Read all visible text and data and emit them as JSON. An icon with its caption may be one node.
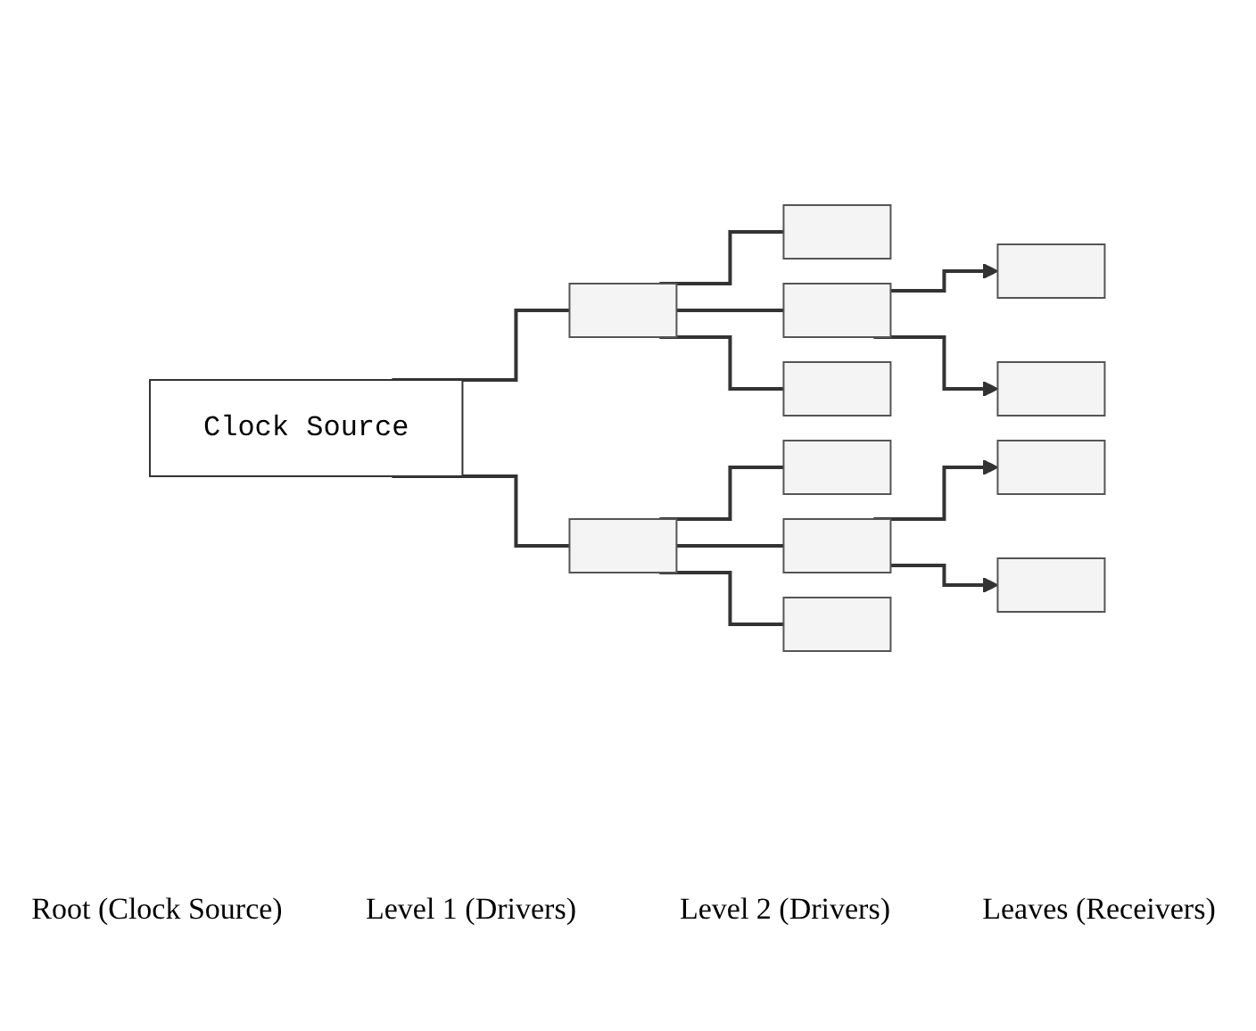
{
  "diagram": {
    "nodes": [
      {
        "text": [
          "Clock Source"
        ]
      },
      {
        "text": [],
        "shape": "box"
      },
      {
        "text": [],
        "shape": "box"
      },
      {
        "text": [],
        "shape": "box"
      },
      {
        "text": [],
        "shape": "box"
      },
      {
        "text": [],
        "shape": "box"
      },
      {
        "text": [],
        "shape": "box"
      },
      {
        "text": [],
        "shape": "box"
      },
      {
        "text": [],
        "shape": "box"
      },
      {
        "text": [],
        "shape": "box"
      },
      {
        "text": [],
        "shape": "box"
      },
      {
        "text": [],
        "shape": "box"
      },
      {
        "text": [],
        "shape": "box"
      }
    ],
    "edges": [
      {
        "from": 0,
        "to": 1,
        "arrow": "none"
      },
      {
        "from": 0,
        "to": 2,
        "arrow": "none"
      },
      {
        "from": 1,
        "to": 3,
        "arrow": "none"
      },
      {
        "from": 1,
        "to": 4,
        "arrow": "none"
      },
      {
        "from": 1,
        "to": 5,
        "arrow": "none"
      },
      {
        "from": 2,
        "to": 6,
        "arrow": "none"
      },
      {
        "from": 2,
        "to": 7,
        "arrow": "none"
      },
      {
        "from": 2,
        "to": 8,
        "arrow": "none"
      },
      {
        "from": 4,
        "to": 9,
        "arrow": "to"
      },
      {
        "from": 4,
        "to": 10,
        "arrow": "to"
      },
      {
        "from": 7,
        "to": 11,
        "arrow": "to"
      },
      {
        "from": 7,
        "to": 12,
        "arrow": "to"
      }
    ],
    "labels": [
      "Root (Clock Source)",
      "Level 1 (Drivers)",
      "Level 2 (Drivers)",
      "Leaves (Receivers)"
    ]
  }
}
